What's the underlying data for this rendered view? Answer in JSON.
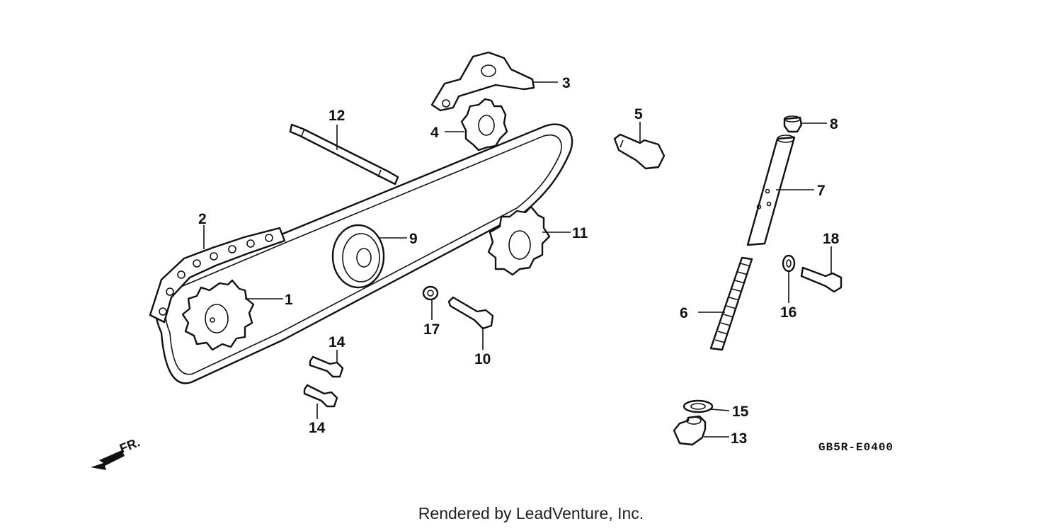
{
  "diagram": {
    "code": "GB5R-E0400",
    "direction_label": "FR.",
    "footer": "Rendered by LeadVenture, Inc.",
    "callouts": {
      "c1": "1",
      "c2": "2",
      "c3": "3",
      "c4": "4",
      "c5": "5",
      "c6": "6",
      "c7": "7",
      "c8": "8",
      "c9": "9",
      "c10": "10",
      "c11": "11",
      "c12": "12",
      "c13": "13",
      "c14a": "14",
      "c14b": "14",
      "c15": "15",
      "c16": "16",
      "c17": "17",
      "c18": "18"
    }
  }
}
